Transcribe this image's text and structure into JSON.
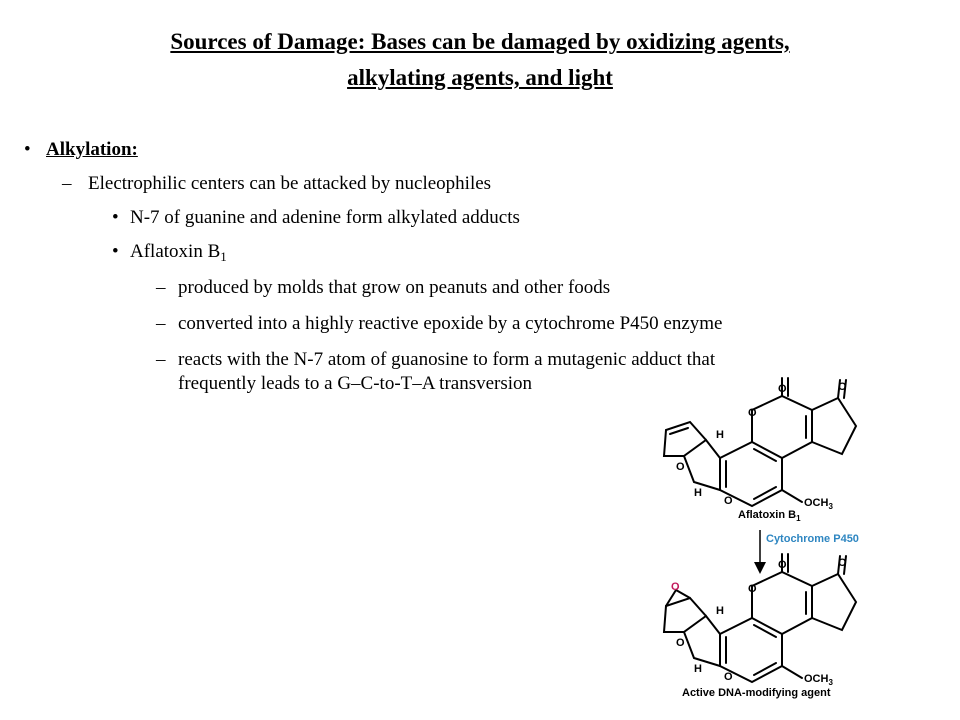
{
  "slide": {
    "title_line1": "Sources of Damage: Bases can be damaged by oxidizing agents,",
    "title_line2": "alkylating agents, and light",
    "bullet_marks": {
      "level1": "•",
      "level2": "–",
      "level3": "•",
      "level4": "–"
    },
    "section": "Alkylation:",
    "l2_item": "Electrophilic centers can be attacked by nucleophiles",
    "l3_item1": "N-7 of guanine and adenine form alkylated adducts",
    "l3_item2_text": "Aflatoxin B",
    "l3_item2_sub": "1",
    "l4_item1": "produced by molds that grow on peanuts and other foods",
    "l4_item2": "converted into a highly reactive epoxide  by a cytochrome P450 enzyme",
    "l4_item3_line1": "reacts with the N-7 atom of guanosine to form a mutagenic adduct that",
    "l4_item3_line2": "frequently leads to a G–C-to-T–A transversion"
  },
  "figure": {
    "top_label": "Aflatoxin B",
    "top_label_sub": "1",
    "arrow_label": "Cytochrome P450",
    "bottom_label": "Active DNA-modifying agent",
    "atom_O": "O",
    "atom_H": "H",
    "atom_OCH3": "OCH",
    "atom_OCH3_sub": "3",
    "arrow_color": "#2e86c1",
    "epoxide_O_color": "#c2185b"
  }
}
